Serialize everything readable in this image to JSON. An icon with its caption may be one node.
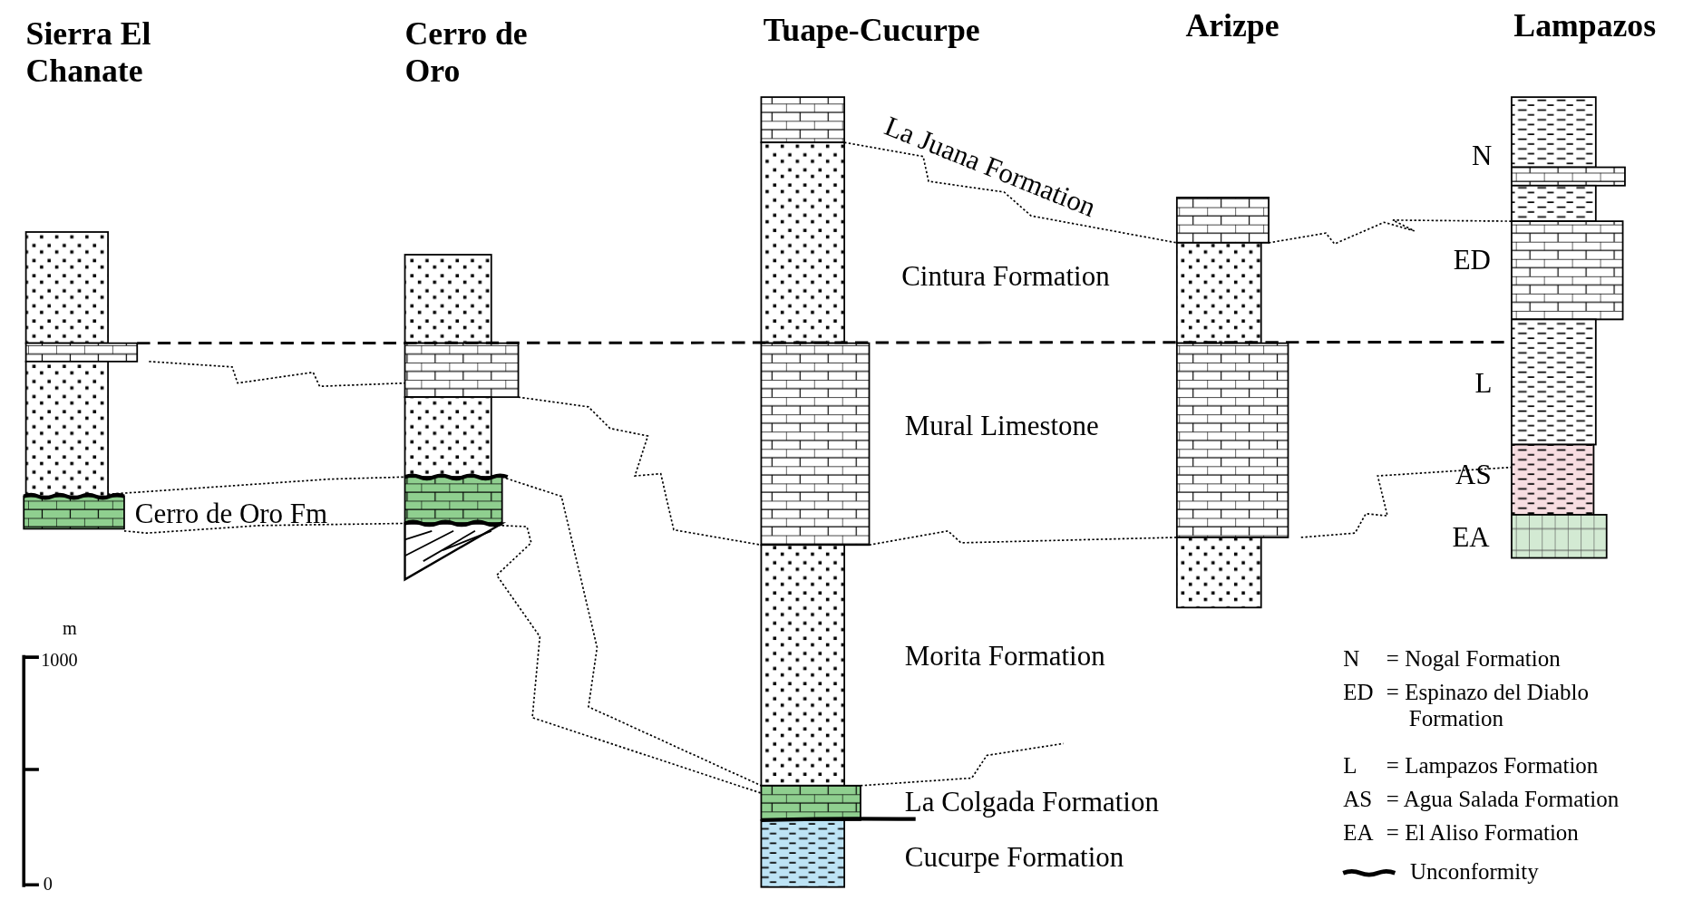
{
  "diagram": {
    "labels": [
      "Sierra El Chanate",
      "Cerro de Oro",
      "Tuape-Cucurpe",
      "Arizpe",
      "Lampazos",
      "La Juana Formation",
      "Cintura Formation",
      "Mural Limestone",
      "Cerro de Oro Fm",
      "Morita Formation",
      "La Colgada Formation",
      "Cucurpe Formation",
      "N",
      "ED",
      "L",
      "AS",
      "EA",
      "m",
      "1000",
      "0",
      "N",
      "= Nogal Formation",
      "ED",
      "= Espinazo del Diablo Formation",
      "L",
      "= Lampazos Formation",
      "AS",
      "= Agua Salada Formation",
      "EA",
      "= El Aliso Formation"
    ],
    "legend": [
      {
        "text": "Unconformity"
      }
    ]
  }
}
